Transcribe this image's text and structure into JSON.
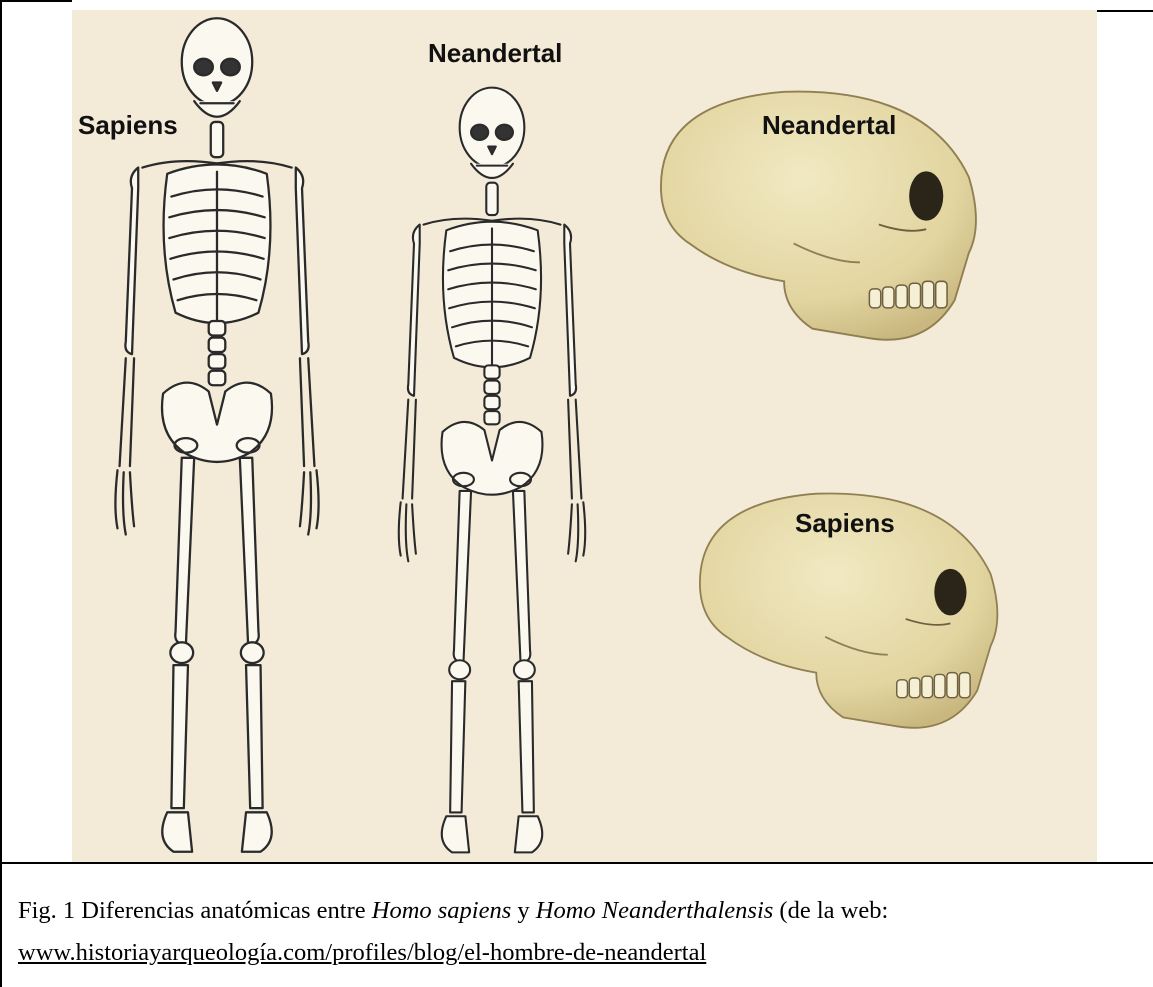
{
  "figure": {
    "labels": {
      "sapiens_skeleton": "Sapiens",
      "neandertal_skeleton": "Neandertal",
      "neandertal_skull": "Neandertal",
      "sapiens_skull": "Sapiens"
    }
  },
  "caption": {
    "prefix": "Fig. 1 Diferencias anatómicas entre ",
    "species1": "Homo sapiens",
    "middle": " y ",
    "species2": "Homo Neanderthalensis",
    "suffix": " (de la web: ",
    "url": "www.historiayarqueología.com/profiles/blog/el-hombre-de-neandertal"
  },
  "colors": {
    "panel_background": "#f3ead8",
    "skull_fill": "#e7dcaa",
    "bone_stroke": "#2a2a2a"
  }
}
